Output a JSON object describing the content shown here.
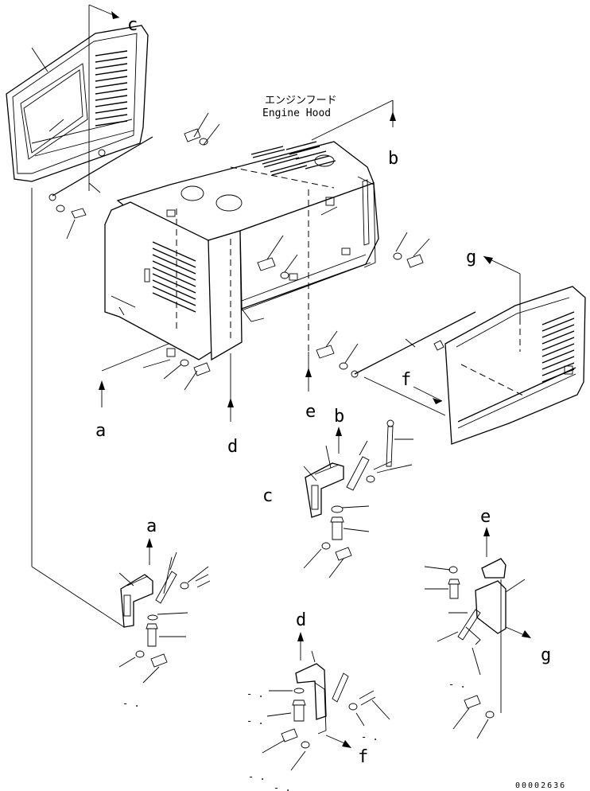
{
  "diagram": {
    "title_jp": "エンジンフード",
    "title_en": "Engine Hood",
    "doc_number": "00002636",
    "view_labels": {
      "a1": "a",
      "a2": "a",
      "b1": "b",
      "b2": "b",
      "c1": "c",
      "c2": "c",
      "d1": "d",
      "d2": "d",
      "e1": "e",
      "e2": "e",
      "f1": "f",
      "f2": "f",
      "g1": "g",
      "g2": "g"
    },
    "blank_callouts": [
      "- .",
      "- .",
      "- .",
      "- .",
      "- .",
      "- .",
      "- ."
    ]
  }
}
